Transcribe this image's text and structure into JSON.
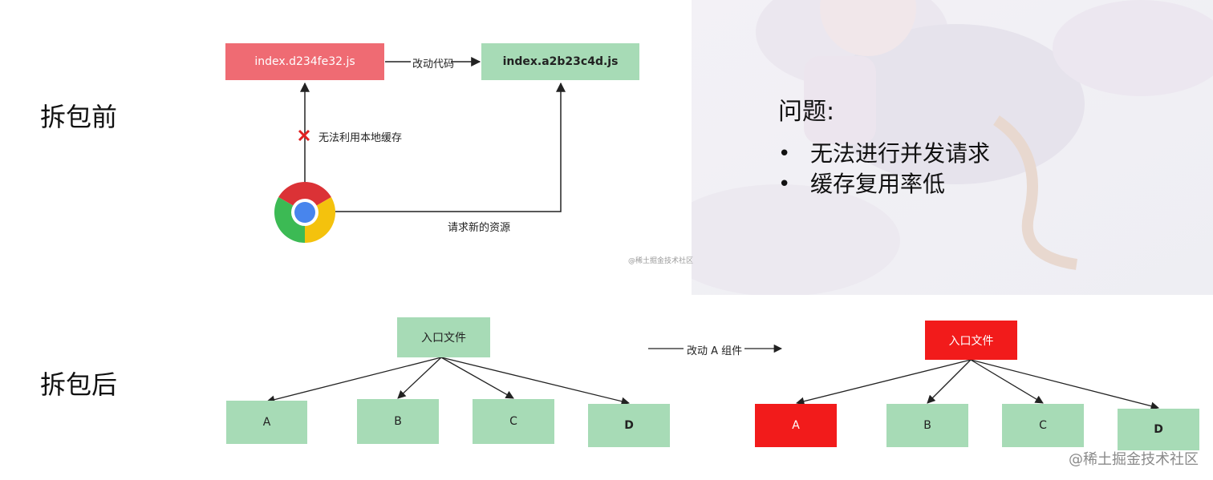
{
  "labels": {
    "before": "拆包前",
    "after": "拆包后"
  },
  "before_diagram": {
    "old_file": "index.d234fe32.js",
    "new_file": "index.a2b23c4d.js",
    "change_code": "改动代码",
    "cache_fail": "无法利用本地缓存",
    "request_new": "请求新的资源",
    "inner_watermark": "@稀土掘金技术社区",
    "colors": {
      "old": "#ef6b73",
      "new": "#a7dbb6",
      "fail_mark": "#e02020"
    }
  },
  "problem": {
    "title": "问题:",
    "items": [
      "无法进行并发请求",
      "缓存复用率低"
    ]
  },
  "after_diagram": {
    "entry": "入口文件",
    "change_label": "改动 A 组件",
    "children": [
      "A",
      "B",
      "C",
      "D"
    ],
    "colors": {
      "normal": "#a7dbb6",
      "changed": "#f21b1b"
    }
  },
  "watermark": "@稀土掘金技术社区"
}
